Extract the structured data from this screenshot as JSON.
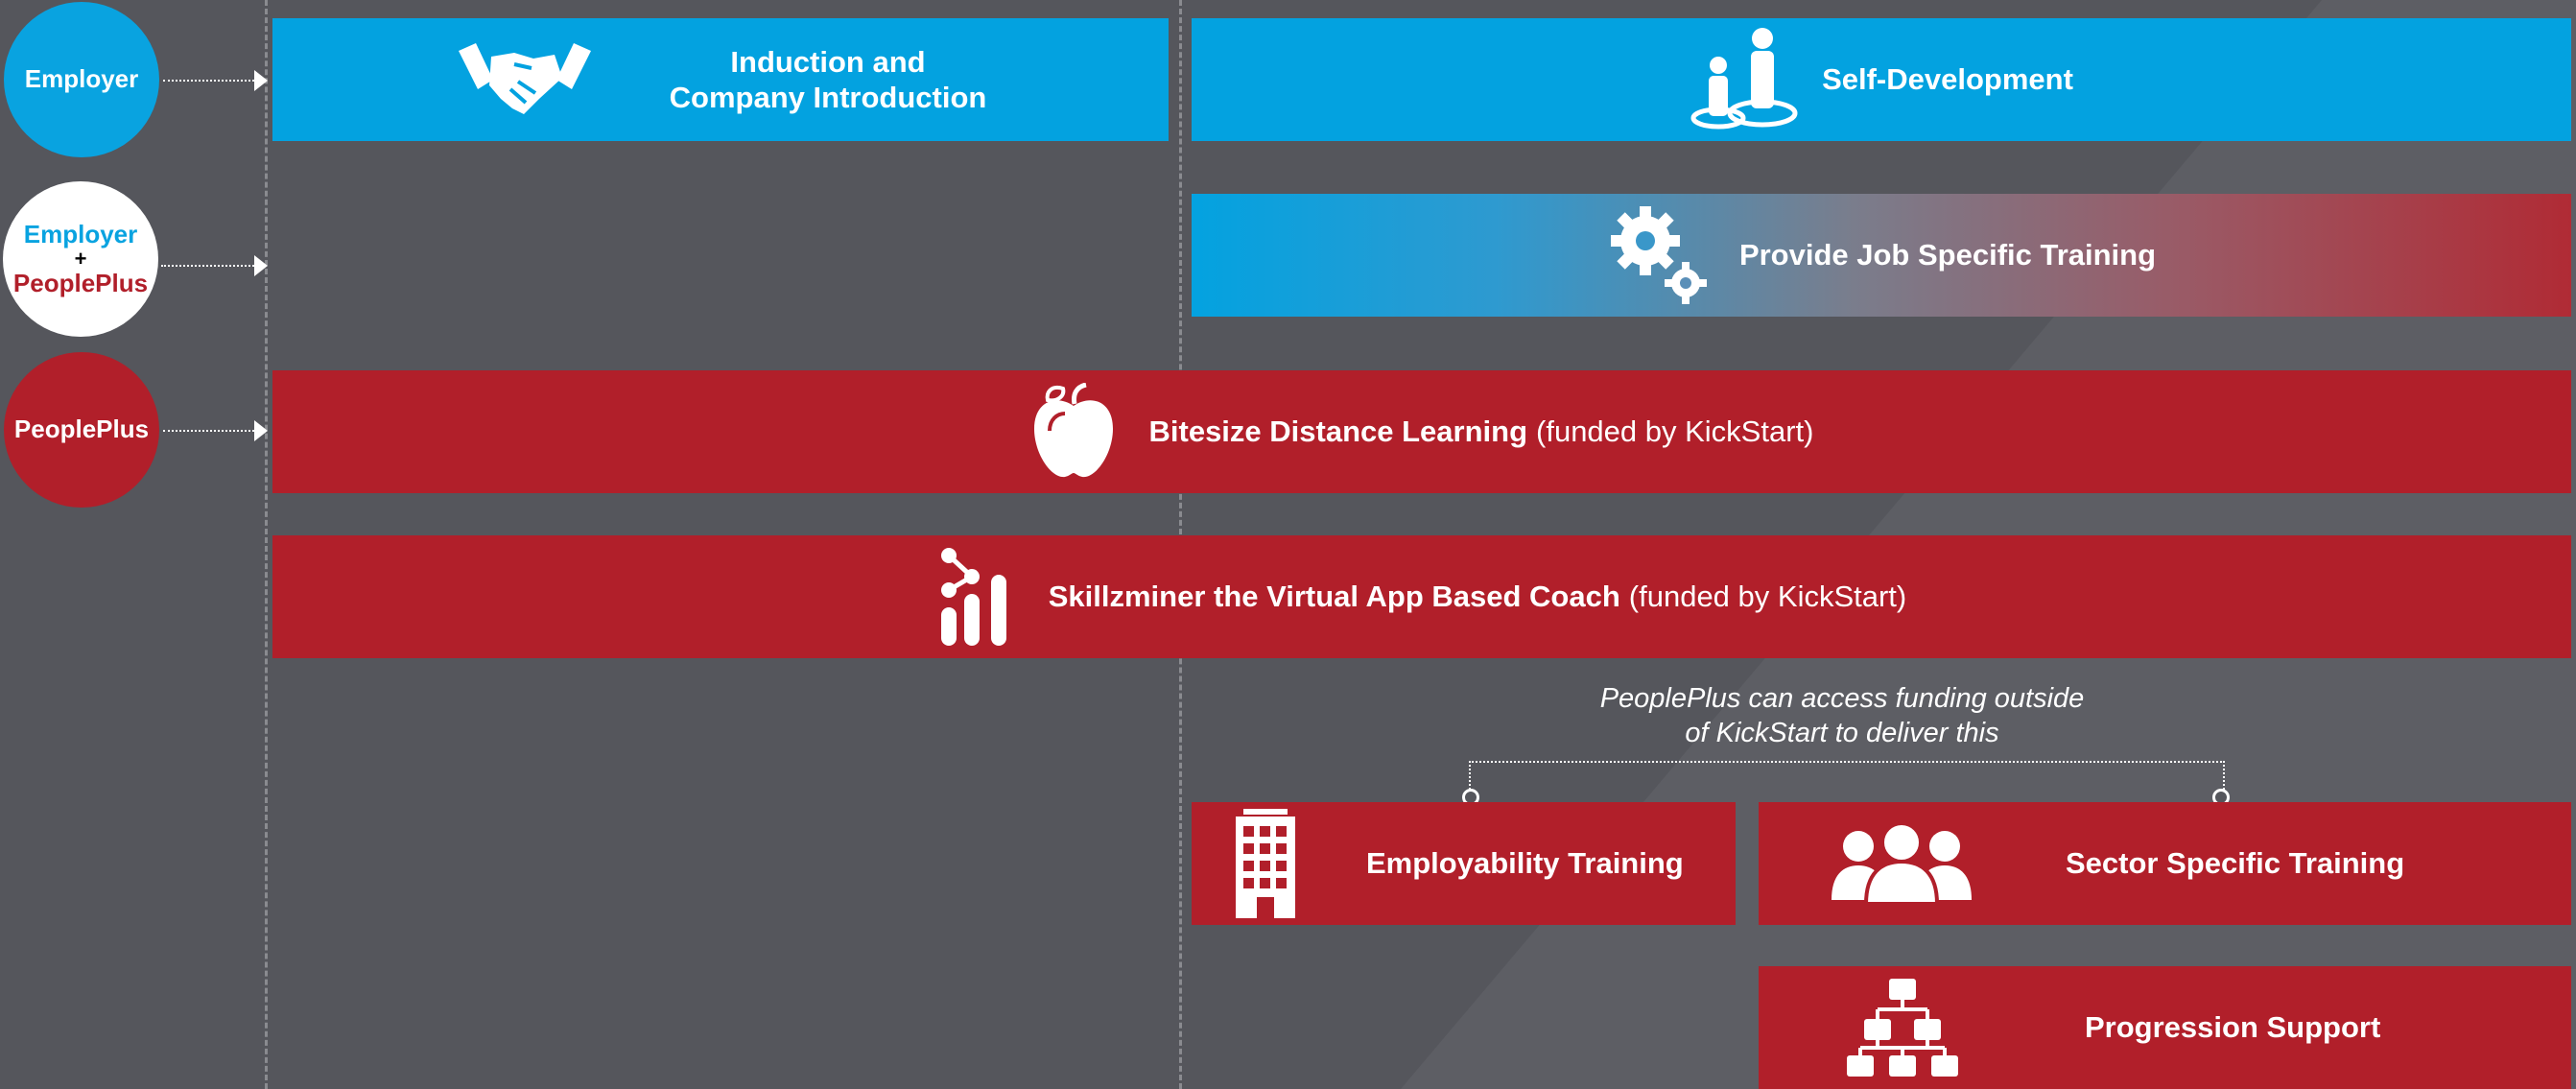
{
  "actors": {
    "employer": "Employer",
    "employer_plus": "Employer",
    "plus": "+",
    "peopleplus_plus": "PeoplePlus",
    "peopleplus": "PeoplePlus"
  },
  "bars": {
    "induction_line1": "Induction and",
    "induction_line2": "Company Introduction",
    "self_development": "Self-Development",
    "job_specific": "Provide Job Specific Training",
    "bitesize_bold": "Bitesize Distance Learning",
    "bitesize_note": "(funded by KickStart)",
    "skillzminer_bold": "Skillzminer the Virtual App Based Coach",
    "skillzminer_note": "(funded by KickStart)",
    "employability": "Employability Training",
    "sector": "Sector Specific Training",
    "progression": "Progression Support"
  },
  "note": {
    "line1": "PeoplePlus can access funding outside",
    "line2": "of KickStart to deliver this"
  },
  "colors": {
    "blue": "#03a2e0",
    "red": "#b11f2a",
    "background": "#55565c"
  },
  "icons": {
    "induction": "handshake-icon",
    "self_development": "people-icon",
    "job_specific": "gears-icon",
    "bitesize": "apple-icon",
    "skillzminer": "skillzminer-logo-icon",
    "employability": "building-icon",
    "sector": "group-icon",
    "progression": "org-chart-icon"
  }
}
